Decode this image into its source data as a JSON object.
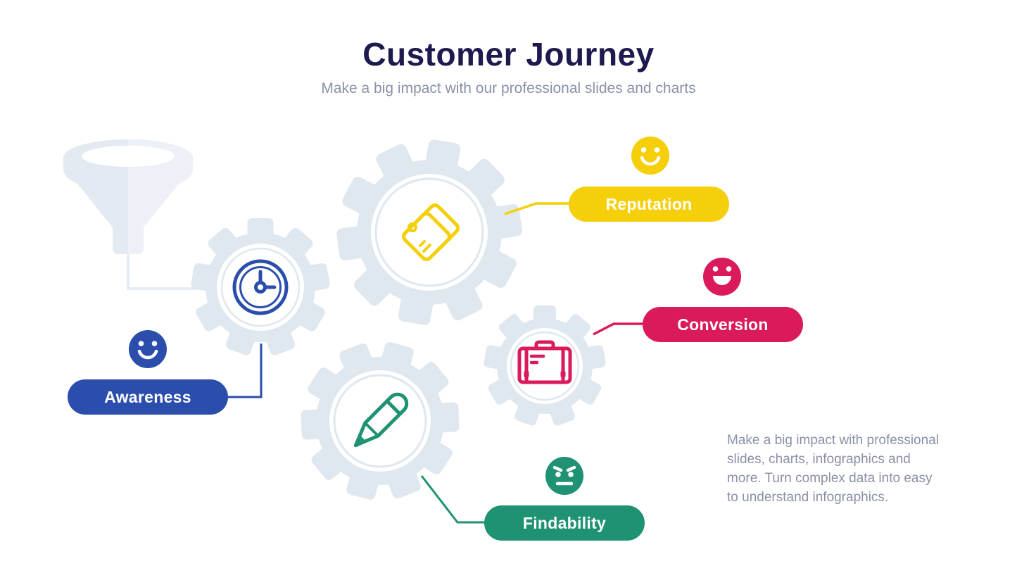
{
  "header": {
    "title": "Customer Journey",
    "subtitle": "Make a big impact with our professional slides and charts"
  },
  "stages": [
    {
      "label": "Awareness",
      "color": "#2b4ead",
      "mood": "happy",
      "icon": "clock-icon"
    },
    {
      "label": "Reputation",
      "color": "#f5cf0a",
      "mood": "happy",
      "icon": "price-tag-icon"
    },
    {
      "label": "Conversion",
      "color": "#da1a5b",
      "mood": "laughing",
      "icon": "briefcase-icon"
    },
    {
      "label": "Findability",
      "color": "#1e9273",
      "mood": "annoyed",
      "icon": "pencil-icon"
    }
  ],
  "description_lines": [
    "Make a big impact with professional",
    "slides, charts, infographics and",
    "more. Turn complex data into easy",
    "to understand infographics."
  ],
  "colors": {
    "title_text": "#1d1a4e",
    "muted_text": "#8a91a7",
    "gear": "#dfe7ef",
    "funnel_dark": "#e4eaf2",
    "funnel_light": "#edf1f7",
    "background": "#ffffff"
  }
}
